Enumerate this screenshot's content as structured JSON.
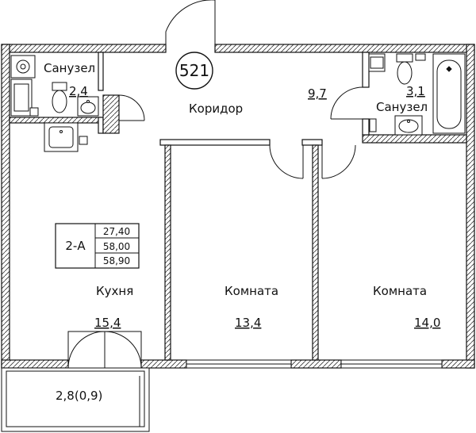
{
  "apartment": {
    "number": "521",
    "type": "2-А",
    "areas": {
      "living": "27,40",
      "total": "58,00",
      "total_with_balcony": "58,90"
    }
  },
  "rooms": {
    "bathroom_left": {
      "name": "Санузел",
      "area": "2,4"
    },
    "corridor": {
      "name": "Коридор",
      "area": "9,7"
    },
    "bathroom_right": {
      "name": "Санузел",
      "area": "3,1"
    },
    "kitchen": {
      "name": "Кухня",
      "area": "15,4"
    },
    "room_middle": {
      "name": "Комната",
      "area": "13,4"
    },
    "room_right": {
      "name": "Комната",
      "area": "14,0"
    },
    "balcony": {
      "area": "2,8(0,9)"
    }
  }
}
